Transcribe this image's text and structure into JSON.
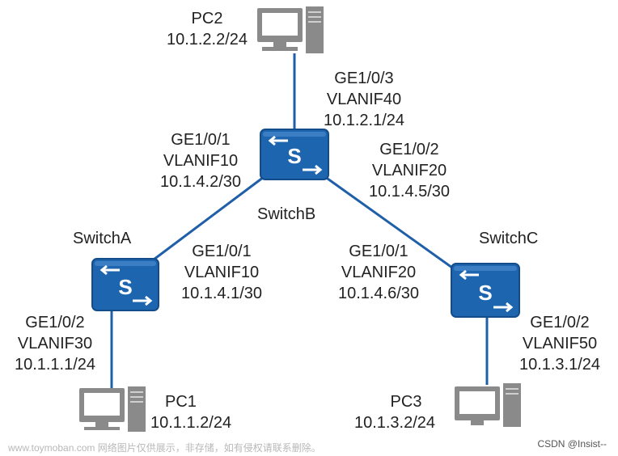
{
  "colors": {
    "link": "#1f5fa8",
    "switch_fill": "#1e65b0",
    "switch_border": "#144c8a",
    "pc_body": "#8a8a8a",
    "pc_screen": "#ffffff",
    "label_text": "#222222"
  },
  "devices": {
    "pc2": {
      "name": "PC2",
      "ip": "10.1.2.2/24",
      "icon": "desktop-pc-icon"
    },
    "pc1": {
      "name": "PC1",
      "ip": "10.1.1.2/24",
      "icon": "desktop-pc-icon"
    },
    "pc3": {
      "name": "PC3",
      "ip": "10.1.3.2/24",
      "icon": "desktop-pc-icon"
    },
    "switch_a": {
      "name": "SwitchA",
      "icon": "switch-icon",
      "glyph": "S"
    },
    "switch_b": {
      "name": "SwitchB",
      "icon": "switch-icon",
      "glyph": "S"
    },
    "switch_c": {
      "name": "SwitchC",
      "icon": "switch-icon",
      "glyph": "S"
    }
  },
  "interfaces": {
    "b_ge3": {
      "port": "GE1/0/3",
      "vlanif": "VLANIF40",
      "ip": "10.1.2.1/24"
    },
    "b_ge1": {
      "port": "GE1/0/1",
      "vlanif": "VLANIF10",
      "ip": "10.1.4.2/30"
    },
    "b_ge2": {
      "port": "GE1/0/2",
      "vlanif": "VLANIF20",
      "ip": "10.1.4.5/30"
    },
    "a_ge1": {
      "port": "GE1/0/1",
      "vlanif": "VLANIF10",
      "ip": "10.1.4.1/30"
    },
    "a_ge2": {
      "port": "GE1/0/2",
      "vlanif": "VLANIF30",
      "ip": "10.1.1.1/24"
    },
    "c_ge1": {
      "port": "GE1/0/1",
      "vlanif": "VLANIF20",
      "ip": "10.1.4.6/30"
    },
    "c_ge2": {
      "port": "GE1/0/2",
      "vlanif": "VLANIF50",
      "ip": "10.1.3.1/24"
    }
  },
  "footer": {
    "watermark": "www.toymoban.com 网络图片仅供展示，非存储，如有侵权请联系删除。",
    "credit": "CSDN @Insist--"
  }
}
